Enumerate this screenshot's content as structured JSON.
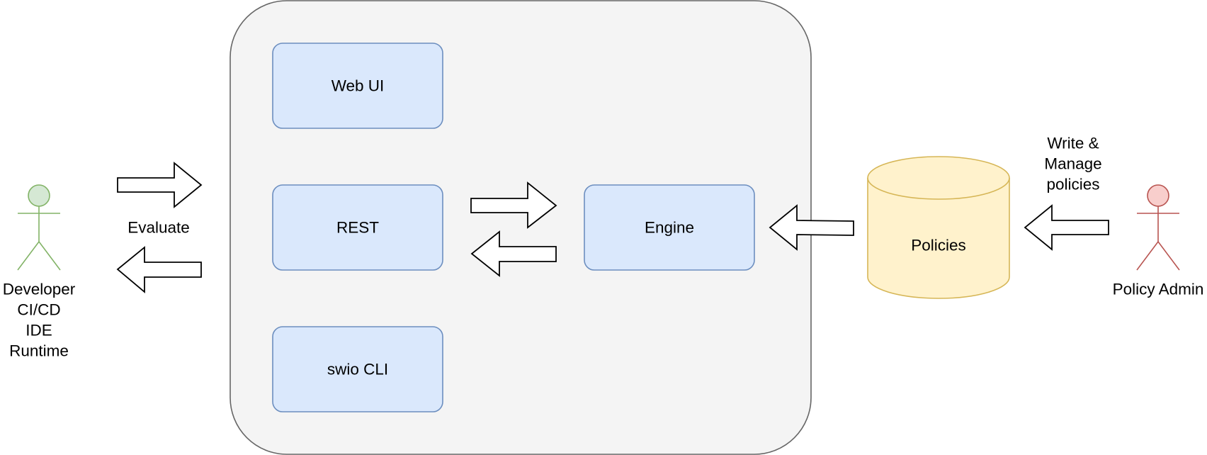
{
  "colors": {
    "container_fill": "#f4f4f4",
    "container_stroke": "#666666",
    "box_fill": "#dae8fc",
    "box_stroke": "#6c8ebf",
    "db_fill": "#fff2cc",
    "db_stroke": "#d6b656",
    "developer_fill": "#d5e8d4",
    "developer_stroke": "#82b366",
    "admin_fill": "#f8cecc",
    "admin_stroke": "#b85450",
    "arrow_fill": "#ffffff",
    "arrow_stroke": "#000000"
  },
  "components": {
    "web_ui": "Web UI",
    "rest": "REST",
    "swio_cli": "swio CLI",
    "engine": "Engine"
  },
  "database": {
    "label": "Policies"
  },
  "developer": {
    "lines": [
      "Developer",
      "CI/CD",
      "IDE",
      "Runtime"
    ]
  },
  "admin": {
    "label": "Policy Admin"
  },
  "evaluate_label": "Evaluate",
  "write_manage_label": [
    "Write &",
    "Manage",
    "policies"
  ]
}
